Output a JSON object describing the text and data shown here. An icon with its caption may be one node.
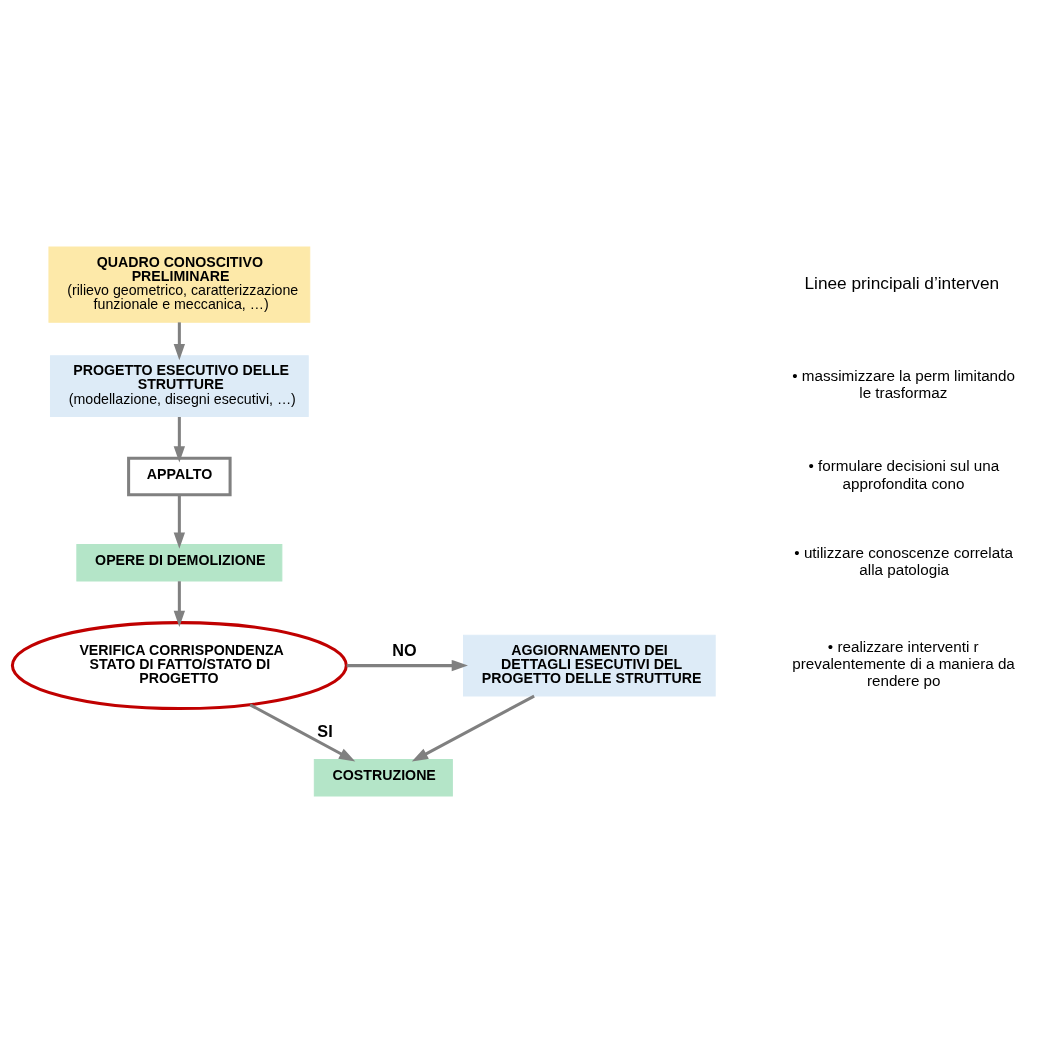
{
  "diagram": {
    "nodes": [
      {
        "text": [
          "QUADRO CONOSCITIVO PRELIMINARE",
          "(rilievo geometrico, caratterizzazione funzionale e meccanica, …)"
        ]
      },
      {
        "text": [
          "PROGETTO ESECUTIVO DELLE STRUTTURE",
          "(modellazione, disegni esecutivi, …)"
        ]
      },
      {
        "text": [
          "APPALTO"
        ]
      },
      {
        "text": [
          "OPERE DI DEMOLIZIONE"
        ]
      },
      {
        "text": [
          "VERIFICA CORRISPONDENZA STATO DI FATTO/STATO DI PROGETTO"
        ]
      },
      {
        "text": [
          "AGGIORNAMENTO DEI DETTAGLI ESECUTIVI DEL PROGETTO DELLE STRUTTURE"
        ]
      },
      {
        "text": [
          "COSTRUZIONE"
        ]
      }
    ],
    "edges": [
      {
        "from": 0,
        "to": 1,
        "arrow": "to"
      },
      {
        "from": 1,
        "to": 2,
        "arrow": "to"
      },
      {
        "from": 2,
        "to": 3,
        "arrow": "to"
      },
      {
        "from": 3,
        "to": 4,
        "arrow": "to"
      },
      {
        "from": 4,
        "to": 5,
        "arrow": "to",
        "label": "NO"
      },
      {
        "from": 4,
        "to": 6,
        "arrow": "to",
        "label": "SI"
      },
      {
        "from": 5,
        "to": 6,
        "arrow": "to"
      }
    ],
    "labels": [
      "Linee principali d’interven",
      "• massimizzare la perm limitando le trasformaz",
      "• formulare decisioni sul una approfondita cono",
      "• utilizzare conoscenze correlata alla patologia",
      "• realizzare interventi r prevalentemente di a maniera da rendere po"
    ]
  }
}
